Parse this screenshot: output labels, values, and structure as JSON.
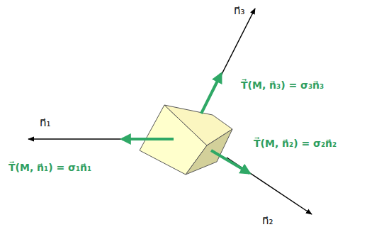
{
  "diagram": {
    "labels": [
      "n⃗₃",
      "n⃗₁",
      "n⃗₂",
      "T⃗(M, n⃗₃) = σ₃n⃗₃",
      "T⃗(M, n⃗₂) = σ₂n⃗₂",
      "T⃗(M, n⃗₁) = σ₁n⃗₁"
    ]
  }
}
